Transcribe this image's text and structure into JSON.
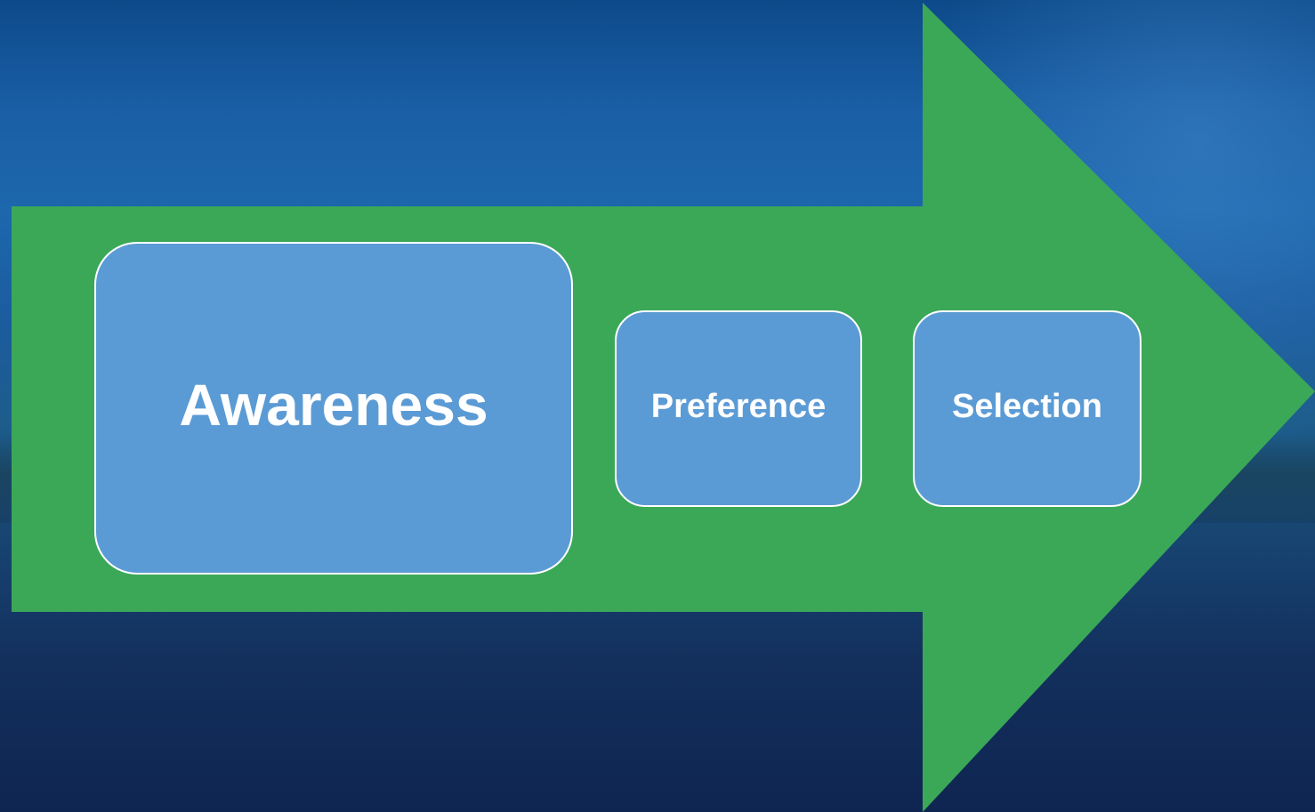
{
  "diagram": {
    "arrow_color": "#3ba858",
    "box_color": "#5b9bd5",
    "steps": [
      {
        "label": "Awareness"
      },
      {
        "label": "Preference"
      },
      {
        "label": "Selection"
      }
    ]
  }
}
